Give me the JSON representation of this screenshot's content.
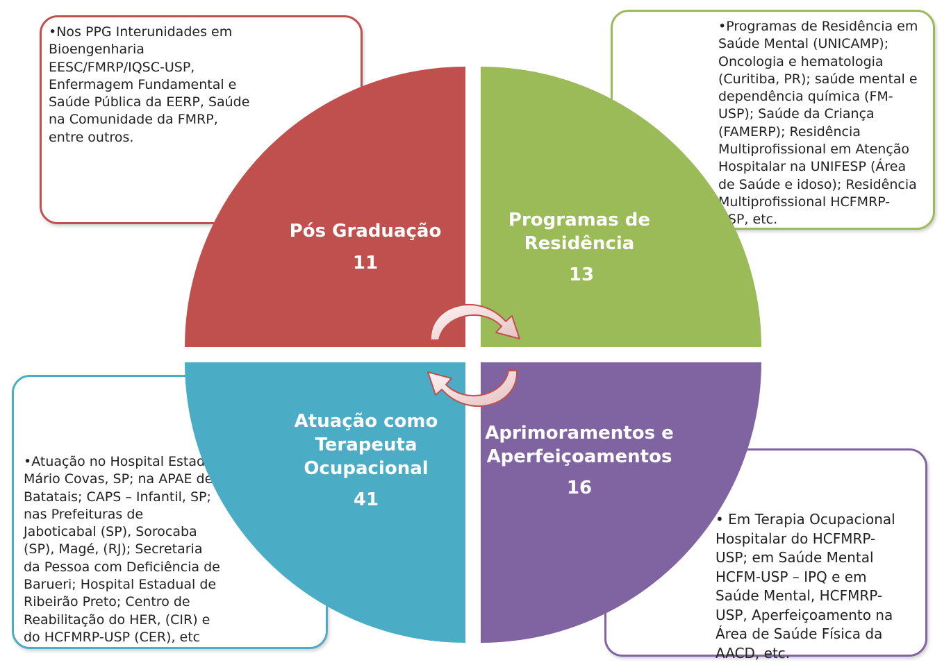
{
  "quadrants": {
    "top_left": {
      "title": "Pós Graduação",
      "count": "11",
      "color": "#c0504d",
      "details": "•Nos PPG Interunidades em\n  Bioengenharia\n  EESC/FMRP/IQSC-USP,\n  Enfermagem Fundamental e\n  Saúde Pública da EERP,  Saúde\n  na Comunidade  da FMRP,\n  entre outros."
    },
    "top_right": {
      "title": "Programas de\nResidência",
      "count": "13",
      "color": "#9bbb59",
      "details": "•Programas de Residência  em\n  Saúde Mental (UNICAMP);\n  Oncologia e  hematologia\n  (Curitiba, PR); saúde mental e\n  dependência química (FM-\n  USP); Saúde da Criança\n  (FAMERP); Residência\n  Multiprofissional em Atenção\n  Hospitalar na UNIFESP (Área\n  de Saúde e idoso); Residência\n  Multiprofissional HCFMRP-\n  USP, etc."
    },
    "bottom_left": {
      "title": "Atuação como\nTerapeuta\nOcupacional",
      "count": "41",
      "color": "#4bacc6",
      "details": "•Atuação no Hospital Estadual\n  Mário Covas, SP;  na APAE de\n  Batatais;  CAPS – Infantil, SP;\n  nas Prefeituras de\n  Jaboticabal (SP), Sorocaba\n  (SP), Magé, (RJ);  Secretaria\n  da Pessoa com Deficiência de\n  Barueri; Hospital Estadual de\n  Ribeirão Preto; Centro  de\n  Reabilitação do HER, (CIR) e\n  do  HCFMRP-USP (CER), etc"
    },
    "bottom_right": {
      "title": "Aprimoramentos e\nAperfeiçoamentos",
      "count": "16",
      "color": "#8064a2",
      "details": "•  Em Terapia Ocupacional\n  Hospitalar do HCFMRP-\n  USP; em Saúde Mental\n  HCFM-USP – IPQ e em\n  Saúde Mental, HCFMRP-\n  USP,  Aperfeiçoamento na\n  Área de Saúde Física da\n  AACD, etc."
    }
  }
}
